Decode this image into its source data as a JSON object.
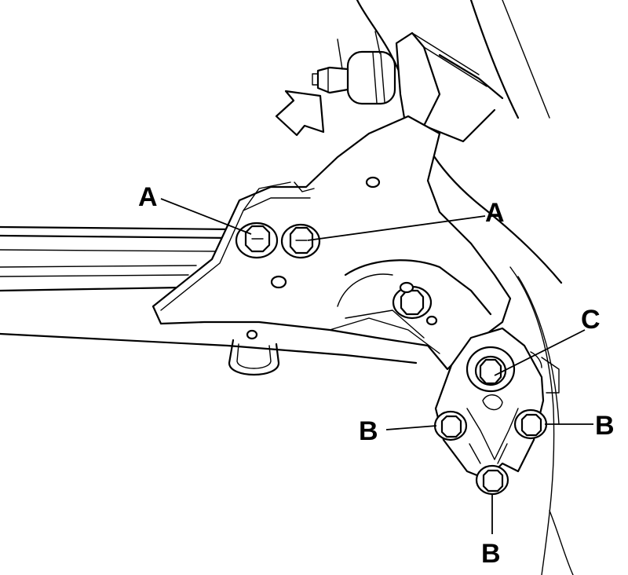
{
  "figure": {
    "labels": {
      "a_left": "A",
      "a_right": "A",
      "b_left": "B",
      "b_right": "B",
      "b_bottom": "B",
      "c": "C"
    },
    "icons": {
      "direction_arrow": "hollow-up-right-arrow"
    }
  }
}
